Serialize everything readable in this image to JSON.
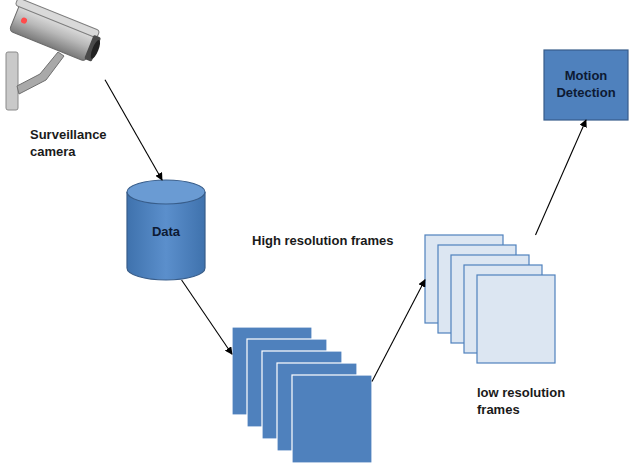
{
  "diagram": {
    "nodes": [
      {
        "text": [
          "Surveillance camera"
        ]
      },
      {
        "text": [
          "Data"
        ]
      },
      {
        "text": [
          "High resolution frames"
        ]
      },
      {
        "text": [
          "low resolution frames"
        ]
      },
      {
        "text": [
          "Motion Detection"
        ]
      }
    ],
    "edges": [
      {
        "from": 0,
        "to": 1,
        "arrow": "to"
      },
      {
        "from": 1,
        "to": 2,
        "arrow": "to"
      },
      {
        "from": 2,
        "to": 3,
        "arrow": "to"
      },
      {
        "from": 3,
        "to": 4,
        "arrow": "to"
      }
    ]
  }
}
